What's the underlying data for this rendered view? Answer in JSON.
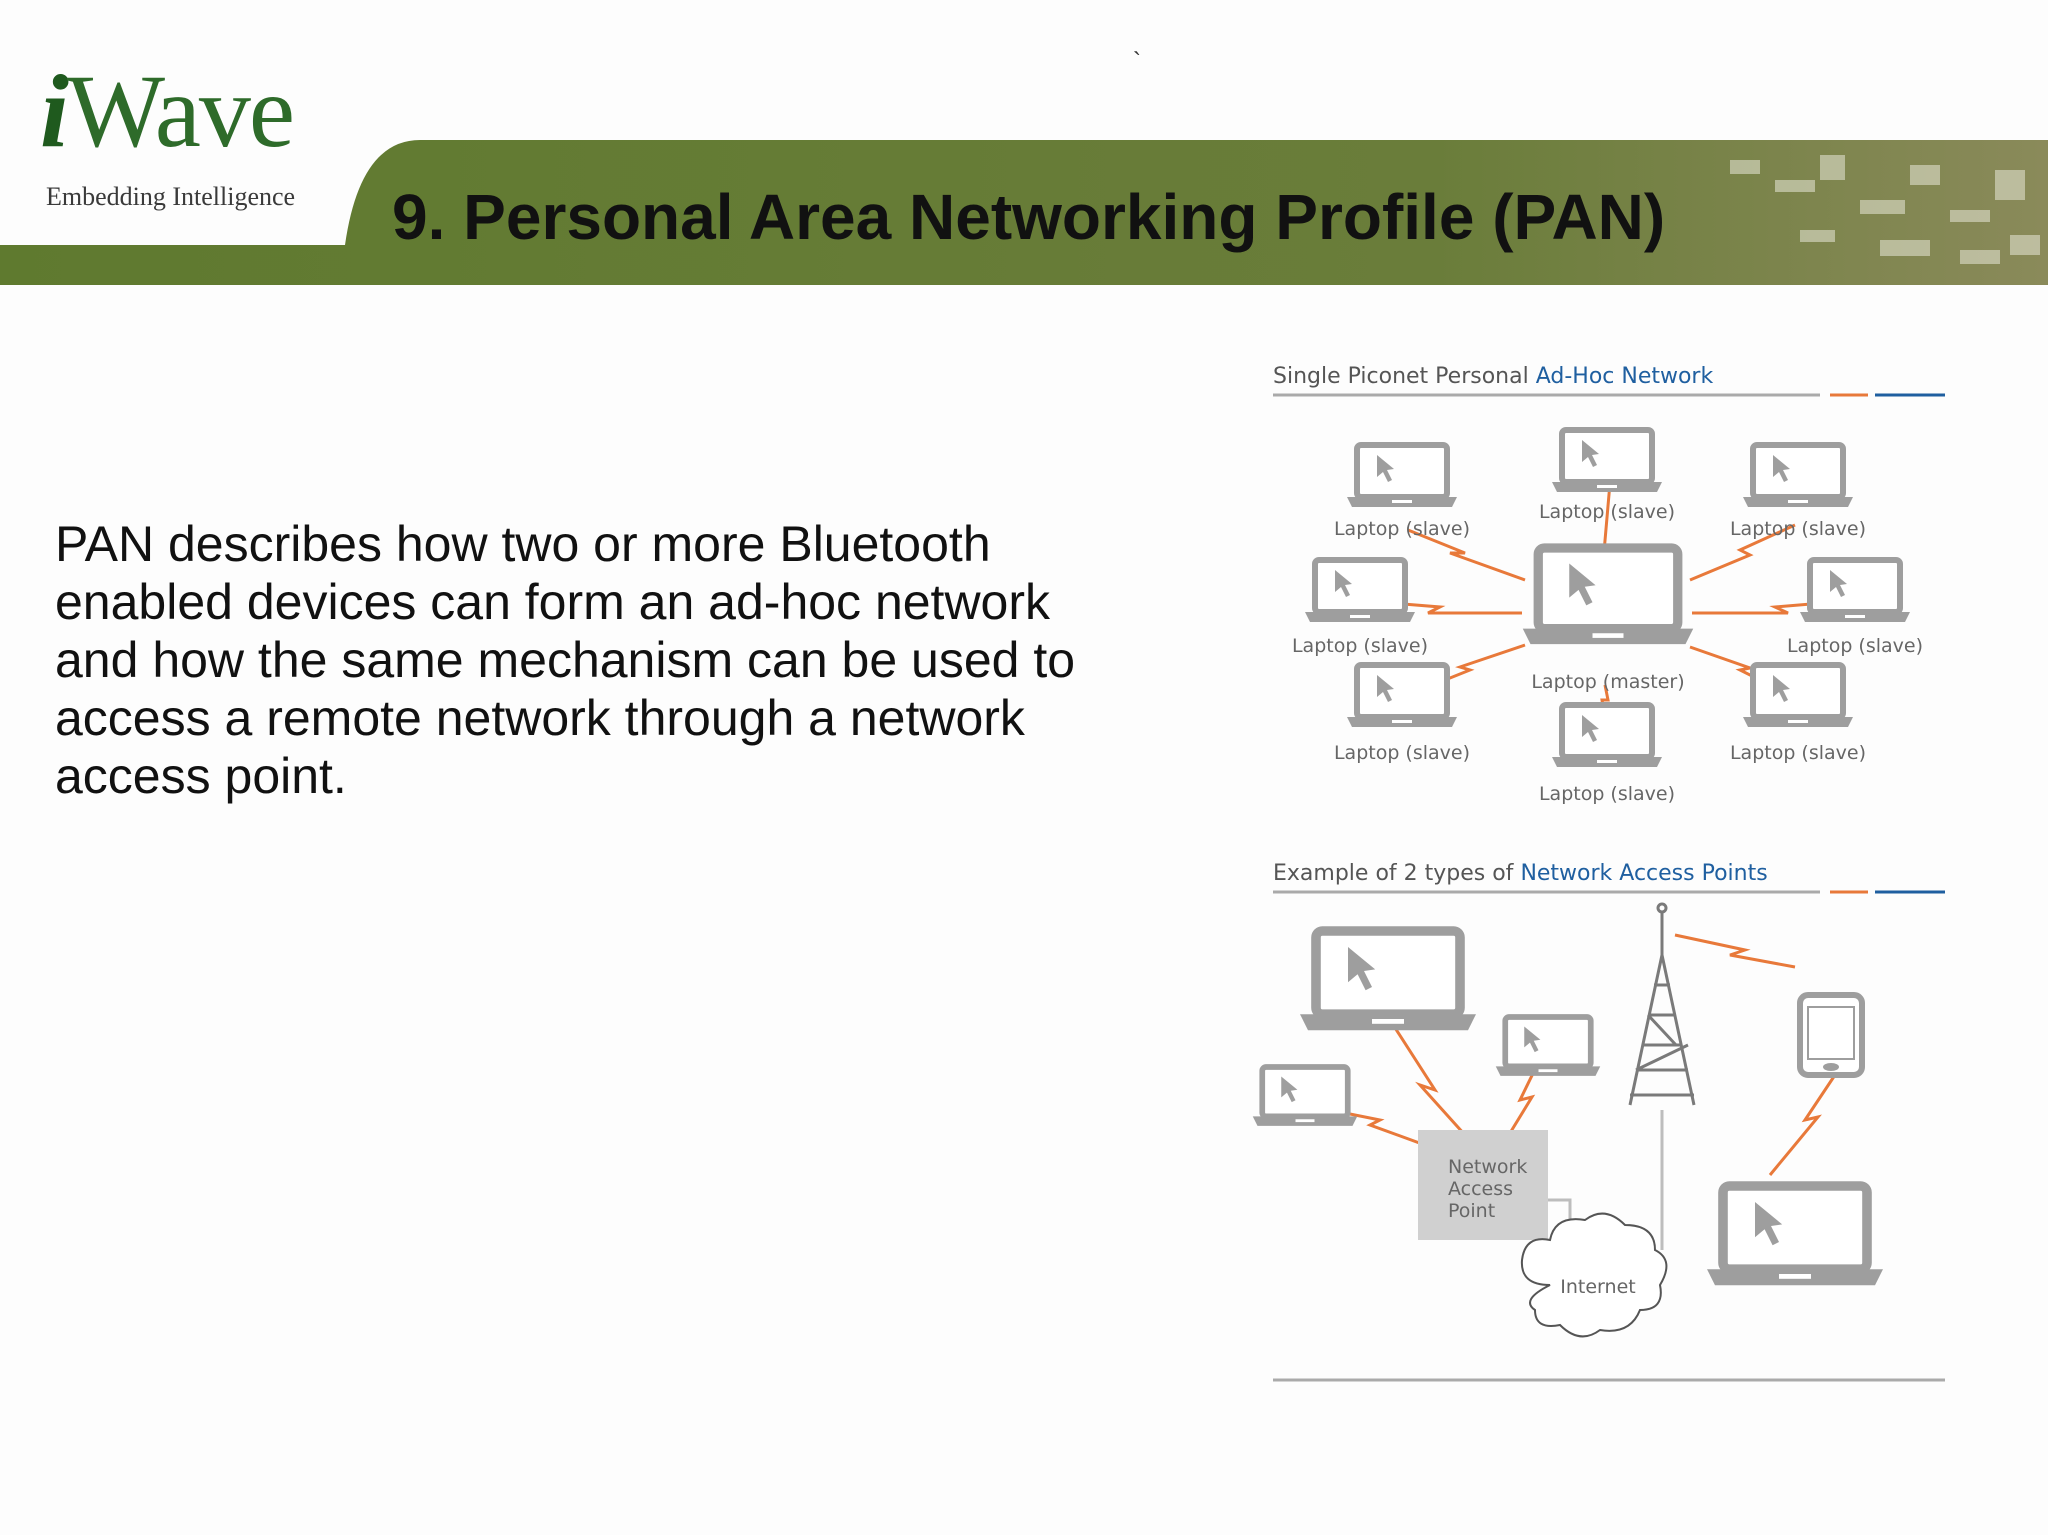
{
  "logo": {
    "main_letter": "i",
    "main_rest": "Wave",
    "tagline": "Embedding Intelligence"
  },
  "title": "9. Personal Area Networking Profile (PAN)",
  "body": "PAN describes how two or more Bluetooth enabled devices can form an ad-hoc network and how the same mechanism can be used to access a remote network through a network access point.",
  "stray_mark": "`",
  "colors": {
    "header_green": "#6a7d3a",
    "logo_green": "#2e6b2a",
    "accent_orange": "#e8793a",
    "accent_blue": "#1f5fa0",
    "device_gray": "#9e9e9e"
  },
  "diagram_top": {
    "title_plain": "Single Piconet Personal ",
    "title_highlight": "Ad-Hoc Network",
    "master_label": "Laptop (master)",
    "slaves": [
      "Laptop (slave)",
      "Laptop (slave)",
      "Laptop (slave)",
      "Laptop (slave)",
      "Laptop (slave)",
      "Laptop (slave)",
      "Laptop (slave)",
      "Laptop (slave)"
    ]
  },
  "diagram_bottom": {
    "title_plain": "Example of 2 types of ",
    "title_highlight": "Network Access Points",
    "nap_lines": [
      "Network",
      "Access",
      "Point"
    ],
    "internet_label": "Internet"
  }
}
